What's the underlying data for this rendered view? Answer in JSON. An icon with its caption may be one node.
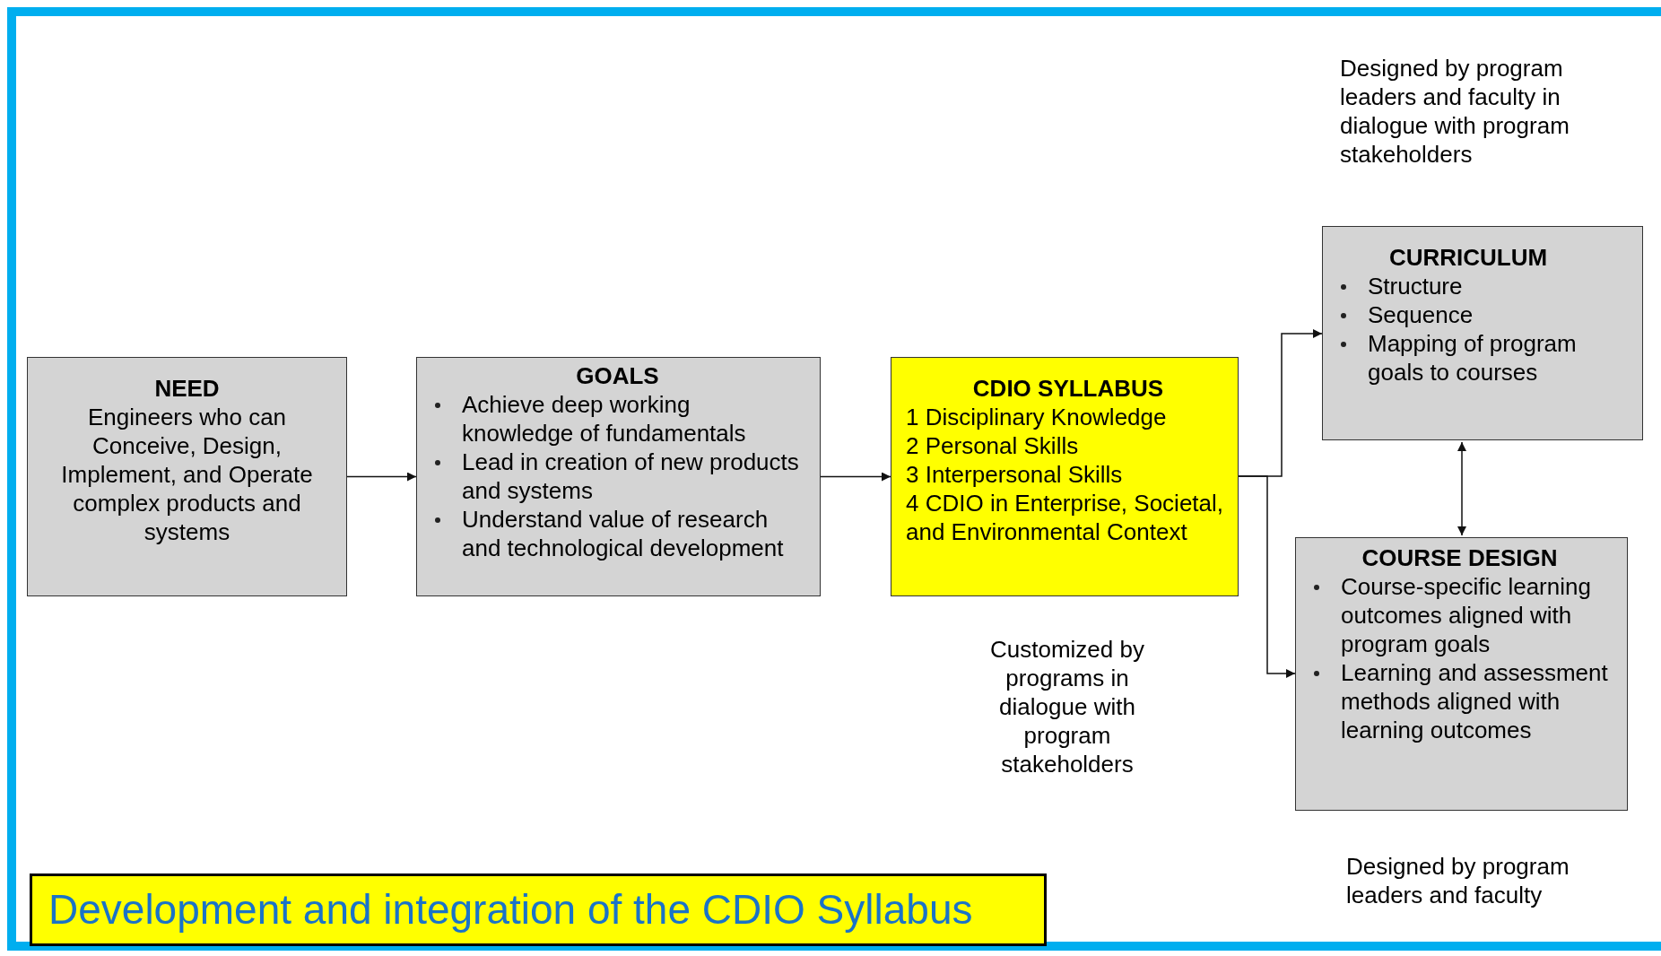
{
  "diagram": {
    "title": "Development and integration of the CDIO Syllabus",
    "nodes": [
      {
        "text": [
          "NEED",
          "Engineers who can Conceive, Design, Implement, and Operate complex products and systems"
        ]
      },
      {
        "text": [
          "GOALS",
          "Achieve deep working knowledge of fundamentals",
          "Lead in creation of new products and systems",
          "Understand value of research and technological development"
        ]
      },
      {
        "text": [
          "CDIO SYLLABUS",
          "1 Disciplinary Knowledge",
          "2 Personal Skills",
          "3 Interpersonal Skills",
          "4 CDIO in Enterprise, Societal, and Environmental Context"
        ]
      },
      {
        "text": [
          "CURRICULUM",
          "Structure",
          "Sequence",
          "Mapping of program goals to courses"
        ]
      },
      {
        "text": [
          "COURSE DESIGN",
          "Course-specific learning outcomes aligned with program goals",
          "Learning and assessment methods aligned with learning outcomes"
        ]
      }
    ],
    "edges": [
      {
        "from": 0,
        "to": 1,
        "arrow": "to"
      },
      {
        "from": 1,
        "to": 2,
        "arrow": "to"
      },
      {
        "from": 2,
        "to": 3,
        "arrow": "to"
      },
      {
        "from": 2,
        "to": 4,
        "arrow": "to"
      },
      {
        "from": 3,
        "to": 4,
        "arrow": "both"
      }
    ],
    "labels": [
      "Designed by program leaders and faculty in dialogue with program stakeholders",
      "Customized by programs in dialogue with program stakeholders",
      "Designed by program leaders and faculty"
    ]
  }
}
